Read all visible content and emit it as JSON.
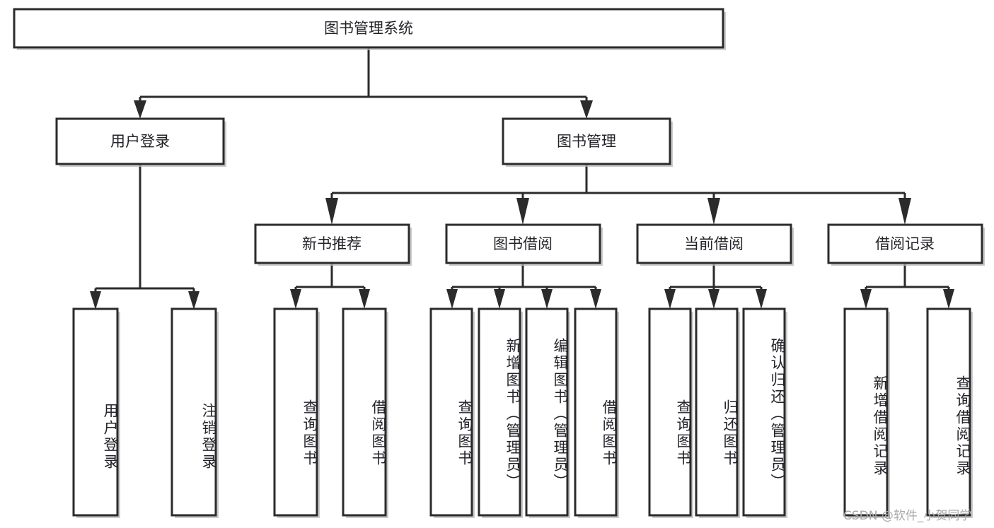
{
  "diagram": {
    "type": "hierarchy-tree",
    "title": "图书管理系统",
    "orientation": "top-down",
    "root": {
      "label": "图书管理系统",
      "level": 0
    },
    "level1": [
      {
        "label": "用户登录"
      },
      {
        "label": "图书管理"
      }
    ],
    "level2": [
      {
        "label": "新书推荐",
        "parent": "图书管理"
      },
      {
        "label": "图书借阅",
        "parent": "图书管理"
      },
      {
        "label": "当前借阅",
        "parent": "图书管理"
      },
      {
        "label": "借阅记录",
        "parent": "图书管理"
      }
    ],
    "leaves": {
      "user_login": [
        {
          "label": "用户登录"
        },
        {
          "label": "注销登录"
        }
      ],
      "new_book_recommend": [
        {
          "label": "查询图书"
        },
        {
          "label": "借阅图书"
        }
      ],
      "book_borrow": [
        {
          "label": "查询图书"
        },
        {
          "label": "新增图书（管理员）"
        },
        {
          "label": "编辑图书（管理员）"
        },
        {
          "label": "借阅图书"
        }
      ],
      "current_borrow": [
        {
          "label": "查询图书"
        },
        {
          "label": "归还图书"
        },
        {
          "label": "确认归还（管理员）"
        }
      ],
      "borrow_record": [
        {
          "label": "新增借阅记录"
        },
        {
          "label": "查询借阅记录"
        }
      ]
    }
  },
  "watermark": {
    "text": "CSDN @软件_小贺同学"
  },
  "colors": {
    "stroke": "#2b2b2b",
    "fill": "#ffffff",
    "text": "#23242a",
    "shadow": "#b9b9b9",
    "watermark": "#a8a8a8"
  }
}
